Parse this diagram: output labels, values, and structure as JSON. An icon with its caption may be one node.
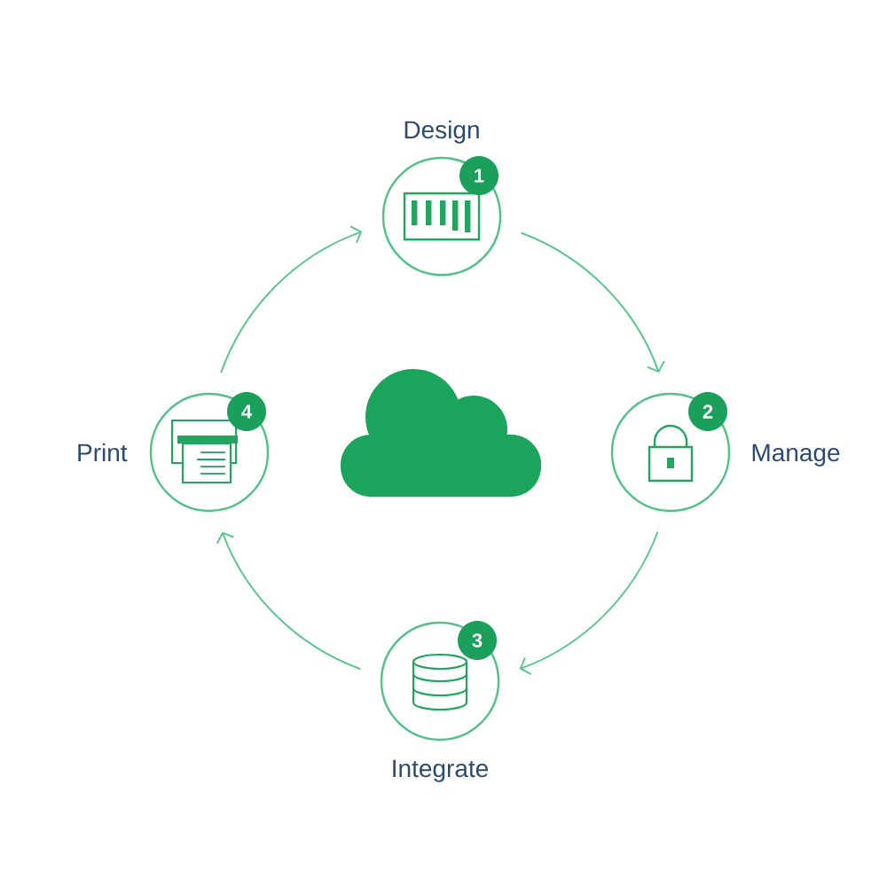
{
  "diagram": {
    "nodes": [
      {
        "text": [
          "Design",
          "1"
        ]
      },
      {
        "text": [
          "Manage",
          "2"
        ]
      },
      {
        "text": [
          "3",
          "Integrate"
        ]
      },
      {
        "text": [
          "Print",
          "4"
        ]
      },
      {
        "text": [],
        "shape": "cloud"
      }
    ],
    "edges": [
      {
        "from": 0,
        "to": 1,
        "arrow": "to"
      },
      {
        "from": 1,
        "to": 2,
        "arrow": "to"
      },
      {
        "from": 2,
        "to": 3,
        "arrow": "to"
      },
      {
        "from": 3,
        "to": 0,
        "arrow": "to"
      }
    ]
  }
}
